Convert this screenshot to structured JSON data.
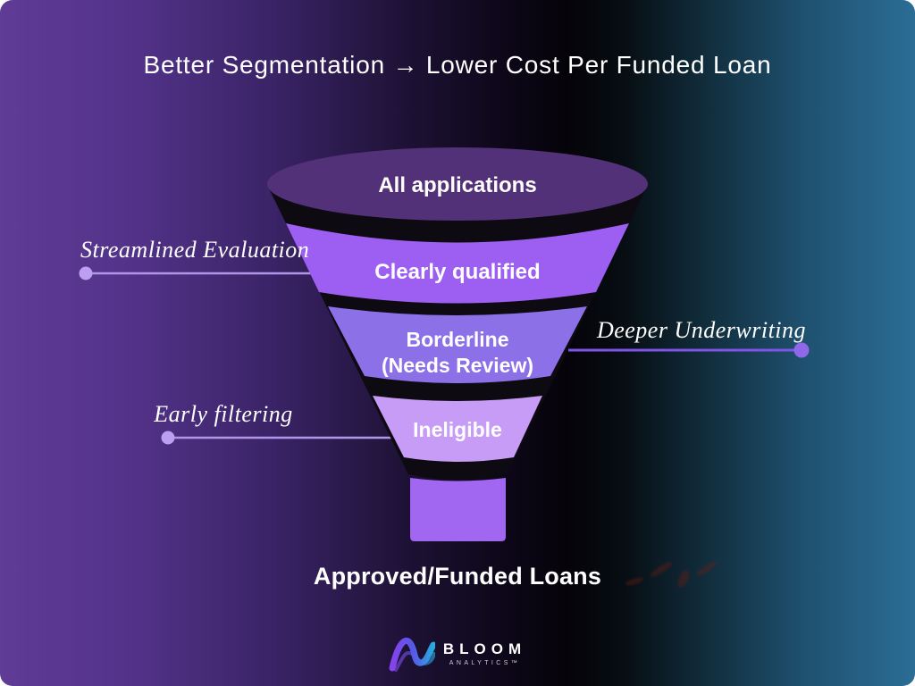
{
  "title": "Better Segmentation → Lower Cost Per Funded Loan",
  "funnel": {
    "cone_color": "#0d0a12",
    "stage1": {
      "label": "All applications",
      "color": "#533178"
    },
    "stage2": {
      "label": "Clearly qualified",
      "color": "#9d5ff1"
    },
    "stage3": {
      "line1": "Borderline",
      "line2": "(Needs Review)",
      "color": "#8c70e8"
    },
    "stage4": {
      "label": "Ineligible",
      "color": "#c79cf6"
    },
    "spout": {
      "color": "#a167f0"
    },
    "outcome": "Approved/Funded Loans"
  },
  "annotations": {
    "streamlined": {
      "label": "Streamlined Evaluation",
      "line_color": "#b095e8",
      "dot_color": "#bb9ff0"
    },
    "deeper": {
      "label": "Deeper Underwriting",
      "line_color": "#7e55e6",
      "dot_color": "#8f68ea"
    },
    "early": {
      "label": "Early filtering",
      "line_color": "#b095e8",
      "dot_color": "#bb9ff0"
    }
  },
  "logo": {
    "name": "BLOOM",
    "sub": "ANALYTICS™"
  },
  "background": {
    "left": "#5f3c96",
    "middle": "#050309",
    "right": "#2b6d96"
  },
  "text_color": "#ffffff"
}
